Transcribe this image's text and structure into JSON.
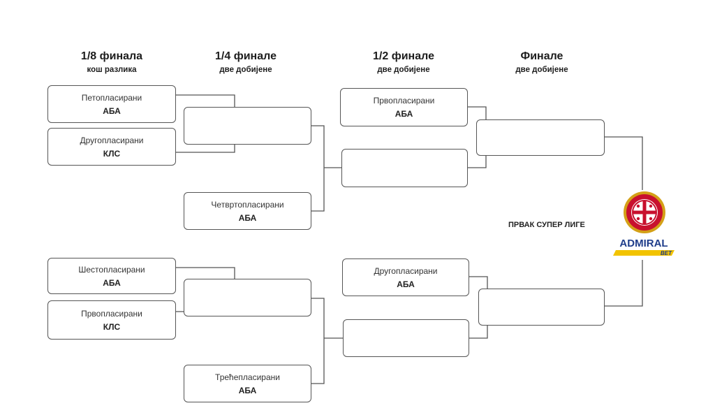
{
  "headers": [
    {
      "title": "1/8 финала",
      "subtitle": "кош разлика"
    },
    {
      "title": "1/4 финале",
      "subtitle": "две добијене"
    },
    {
      "title": "1/2 финале",
      "subtitle": "две добијене"
    },
    {
      "title": "Финале",
      "subtitle": "две добијене"
    }
  ],
  "slots": {
    "r16_1": {
      "line1": "Петопласирани",
      "line2": "АБА"
    },
    "r16_2": {
      "line1": "Другопласирани",
      "line2": "КЛС"
    },
    "r16_3": {
      "line1": "Шестопласирани",
      "line2": "АБА"
    },
    "r16_4": {
      "line1": "Првопласирани",
      "line2": "КЛС"
    },
    "qf_seed_top": {
      "line1": "Четвртопласирани",
      "line2": "АБА"
    },
    "qf_seed_bottom": {
      "line1": "Трећепласирани",
      "line2": "АБА"
    },
    "sf_seed_top": {
      "line1": "Првопласирани",
      "line2": "АБА"
    },
    "sf_seed_bottom": {
      "line1": "Другопласирани",
      "line2": "АБА"
    }
  },
  "champion_label": "ПРВАК СУПЕР ЛИГЕ",
  "sponsor": {
    "word1": "ADMIRAL",
    "word2": "BET"
  },
  "colors": {
    "line": "#555555",
    "logo_red": "#c8102e",
    "logo_gold": "#d4a017",
    "sponsor_blue": "#1f3d8a",
    "sponsor_yellow": "#f2c300"
  }
}
